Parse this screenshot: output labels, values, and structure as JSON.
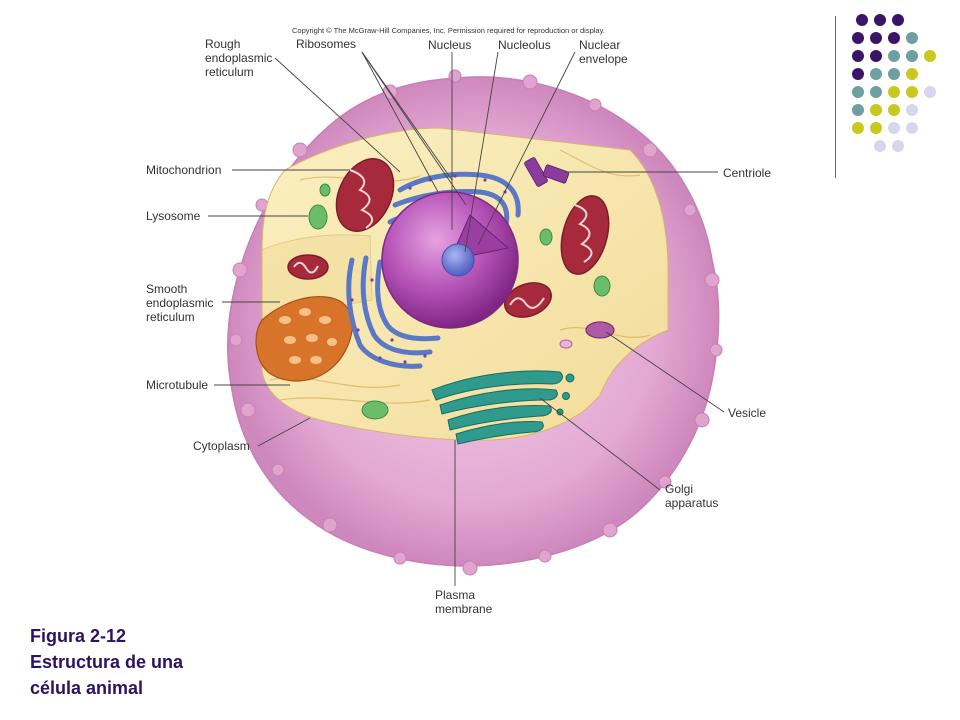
{
  "copyright": "Copyright © The McGraw-Hill Companies, Inc. Permission required for reproduction or display.",
  "labels": {
    "rough_er": "Rough\nendoplasmic\nreticulum",
    "ribosomes": "Ribosomes",
    "nucleus": "Nucleus",
    "nucleolus": "Nucleolus",
    "nuclear_envelope": "Nuclear\nenvelope",
    "mitochondrion": "Mitochondrion",
    "lysosome": "Lysosome",
    "centriole": "Centriole",
    "smooth_er": "Smooth\nendoplasmic\nreticulum",
    "microtubule": "Microtubule",
    "cytoplasm": "Cytoplasm",
    "vesicle": "Vesicle",
    "golgi": "Golgi\napparatus",
    "plasma_membrane": "Plasma\nmembrane"
  },
  "caption": {
    "line1": "Figura 2-12",
    "line2": "Estructura de una",
    "line3": "célula animal"
  },
  "colors": {
    "dark_purple": "#3a1466",
    "teal": "#6e9fa1",
    "olive_yellow": "#c8c81e",
    "lavender": "#d8d6ec",
    "membrane_pink": "#dc9ccb",
    "cytoplasm_yellow": "#f7e7ad",
    "nucleus_purple": "#b24fb4",
    "nucleolus_blue": "#6f7fd0",
    "mito_red": "#a72a3c",
    "golgi_teal": "#2e9b8c",
    "smooth_er_orange": "#d8742a",
    "lysosome_green": "#6bbd6c",
    "rough_er_blue": "#5a78c6"
  },
  "decor_dot_rows": [
    [
      "dark_purple",
      "dark_purple",
      "dark_purple"
    ],
    [
      "dark_purple",
      "dark_purple",
      "dark_purple",
      "teal"
    ],
    [
      "dark_purple",
      "dark_purple",
      "teal",
      "teal",
      "olive_yellow"
    ],
    [
      "dark_purple",
      "teal",
      "teal",
      "olive_yellow"
    ],
    [
      "teal",
      "teal",
      "olive_yellow",
      "olive_yellow",
      "lavender"
    ],
    [
      "teal",
      "olive_yellow",
      "olive_yellow",
      "lavender"
    ],
    [
      "olive_yellow",
      "olive_yellow",
      "lavender",
      "lavender"
    ],
    [
      "lavender",
      "lavender"
    ]
  ]
}
